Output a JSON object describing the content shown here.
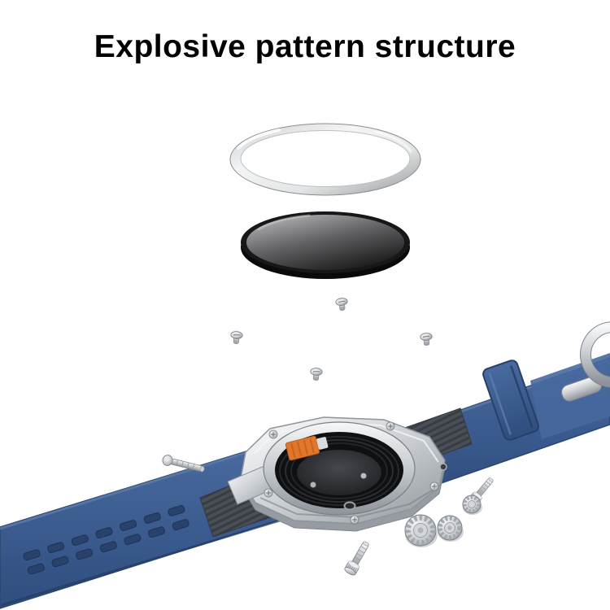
{
  "title": "Explosive pattern structure",
  "illustration": {
    "description": "exploded-view of a smartwatch",
    "parts": [
      "glass-ring",
      "display-panel",
      "mounting-screws",
      "watch-case",
      "silicone-strap-left",
      "silicone-strap-right",
      "strap-keeper",
      "buckle-ring",
      "spring-pin",
      "screw-pins",
      "crown-buttons",
      "flex-connector"
    ]
  },
  "colors": {
    "background": "#ffffff",
    "title_text": "#000000",
    "strap_blue": "#3c5c90",
    "strap_blue_dark": "#2f4d7d",
    "strap_hole": "#28426b",
    "metal_light": "#f4f5f6",
    "metal_dark": "#8e939a",
    "screen_dark": "#141415",
    "rubber_dark": "#4a4f57",
    "connector_orange": "#e2762a"
  }
}
